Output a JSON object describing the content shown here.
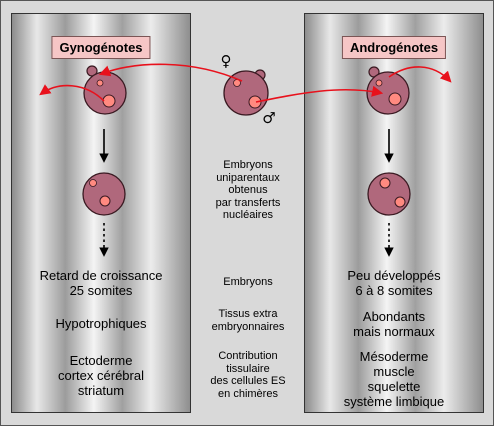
{
  "left": {
    "title": "Gynogénotes",
    "growth": [
      "Retard de croissance",
      "25 somites"
    ],
    "tissue": [
      "Hypotrophiques"
    ],
    "contribution": [
      "Ectoderme",
      "cortex cérébral",
      "striatum"
    ]
  },
  "right": {
    "title": "Androgénotes",
    "growth": [
      "Peu développés",
      "6 à 8 somites"
    ],
    "tissue": [
      "Abondants",
      "mais normaux"
    ],
    "contribution": [
      "Mésoderme",
      "muscle",
      "squelette",
      "système limbique"
    ]
  },
  "middle": {
    "header": [
      "Embryons",
      "uniparentaux",
      "obtenus",
      "par transferts",
      "nucléaires"
    ],
    "row1": [
      "Embryons"
    ],
    "row2": [
      "Tissus extra",
      "embryonnaires"
    ],
    "row3": [
      "Contribution",
      "tissulaire",
      "des cellules ES",
      "en chimères"
    ]
  },
  "symbols": {
    "female": "♀",
    "male": "♂"
  },
  "colors": {
    "cell_fill": "#b0687c",
    "cell_stroke": "#3a1a22",
    "pronucleus_fill": "#ff8a80",
    "arrow_red": "#e8111c",
    "title_bg": "#f6c6c6"
  }
}
